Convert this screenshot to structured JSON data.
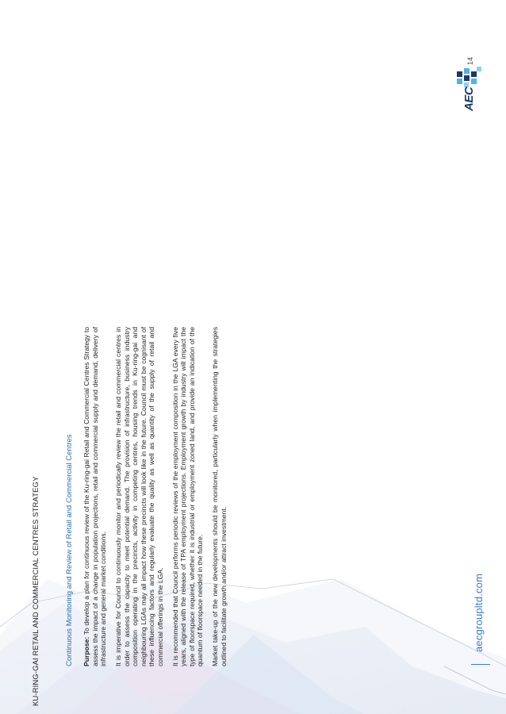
{
  "header": {
    "title": "KU-RING-GAI RETAIL AND COMMERCIAL CENTRES STRATEGY"
  },
  "section": {
    "heading": "Continuous Monitoring and Review of Retail and Commercial Centres"
  },
  "body": {
    "purpose_label": "Purpose:",
    "purpose_text": " To develop a plan for continuous review of the Ku-ring-gai Retail and Commercial Centres Strategy to assess the impact of a change in population projections, retail and commercial supply and demand, delivery of infrastructure and general market conditions.",
    "para2": "It is imperative for Council to continuously monitor and periodically review the retail and commercial centres in order to assess the capacity to meet potential demand. The provision of infrastructure, business industry composition operating in the precincts, activity in competing centres, housing trends in Ku-ring-gai and neighbouring LGAs may all impact how these precincts will look like in the future. Council must be cognisant of these influencing factors and regularly evaluate the quality as well as quantity of the supply of retail and commercial offerings in the LGA.",
    "para3": "It is recommended that Council performs periodic reviews of the employment composition in the LGA every five years, aligned with the release of TPA employment projections. Employment growth by industry will impact the type of floorspace required, whether it is industrial or employment zoned land, and provide an indication of the quantum of floorspace needed in the future.",
    "para4": "Market take-up of the new developments should be monitored, particularly when implementing the strategies outlined to facilitate growth and/or attract investment."
  },
  "footer": {
    "page_number": "14",
    "website": "aecgroupltd.com",
    "logo_text": "AEC"
  },
  "colors": {
    "accent": "#2b6cb0",
    "logo_navy": "#1a3a6b",
    "logo_cyan": "#4fb3e8"
  }
}
